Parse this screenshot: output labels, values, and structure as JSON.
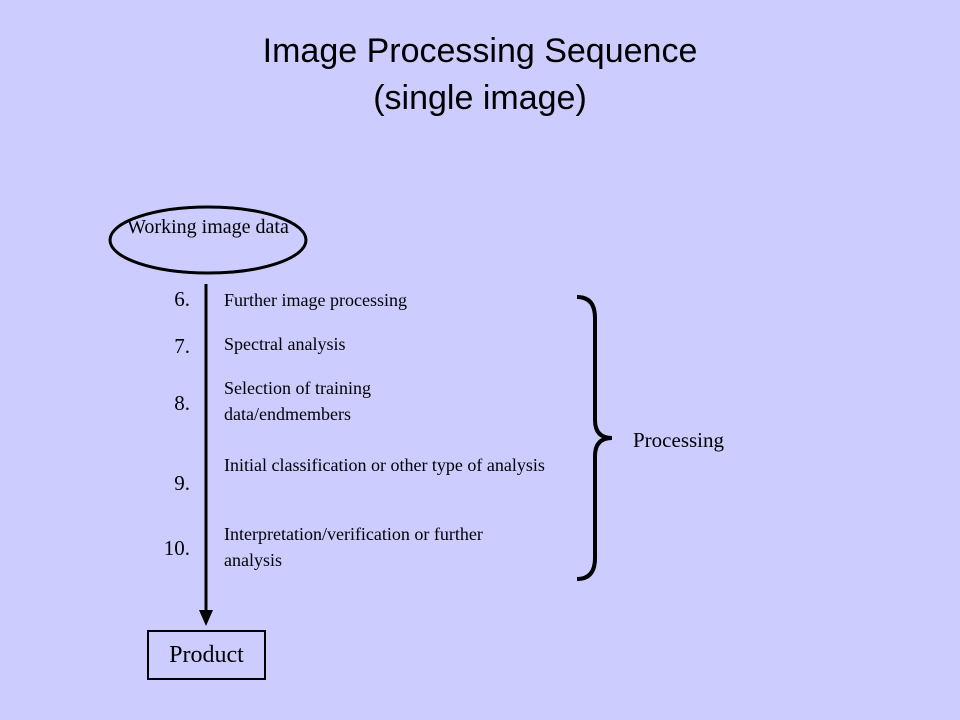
{
  "title": {
    "line1": "Image Processing Sequence",
    "line2": "(single image)"
  },
  "start_node": "Working image data",
  "steps": [
    {
      "number": "6.",
      "label": "Further image processing"
    },
    {
      "number": "7.",
      "label": "Spectral analysis"
    },
    {
      "number": "8.",
      "label": "Selection of training data/endmembers"
    },
    {
      "number": "9.",
      "label": "Initial classification or other type of analysis"
    },
    {
      "number": "10.",
      "label": "Interpretation/verification or further analysis"
    }
  ],
  "group_label": "Processing",
  "end_node": "Product"
}
